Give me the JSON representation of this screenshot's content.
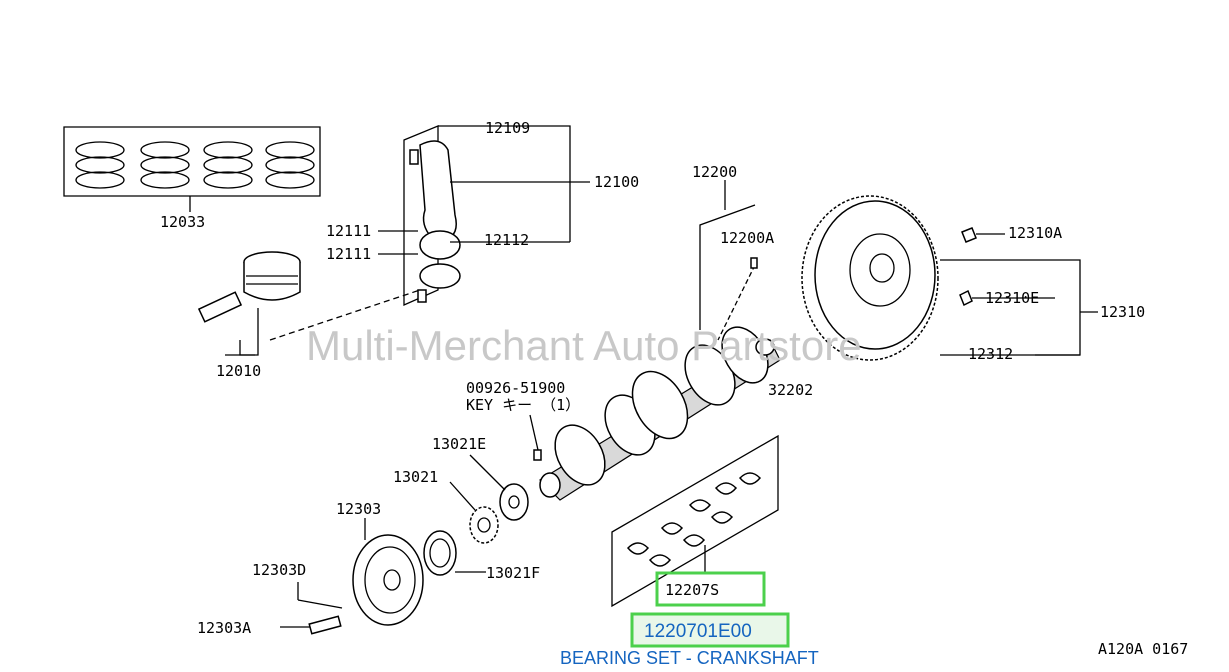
{
  "watermark": "Multi-Merchant Auto Partstore",
  "diagram_code": "A120A 0167",
  "labels": {
    "p12033": "12033",
    "p12010": "12010",
    "p12109": "12109",
    "p12100": "12100",
    "p12111a": "12111",
    "p12111b": "12111",
    "p12112": "12112",
    "p12200": "12200",
    "p12200A": "12200A",
    "p12310A": "12310A",
    "p12310E": "12310E",
    "p12310": "12310",
    "p12312": "12312",
    "p32202": "32202",
    "key_part": "00926-51900",
    "key_name": "KEY キー （1）",
    "p13021E": "13021E",
    "p13021": "13021",
    "p12303": "12303",
    "p12303D": "12303D",
    "p13021F": "13021F",
    "p12303A": "12303A",
    "p12207S": "12207S"
  },
  "highlight": {
    "part_number": "1220701E00",
    "description": "BEARING SET - CRANKSHAFT",
    "color": "#4cd04c",
    "text_color": "#1565c0"
  }
}
